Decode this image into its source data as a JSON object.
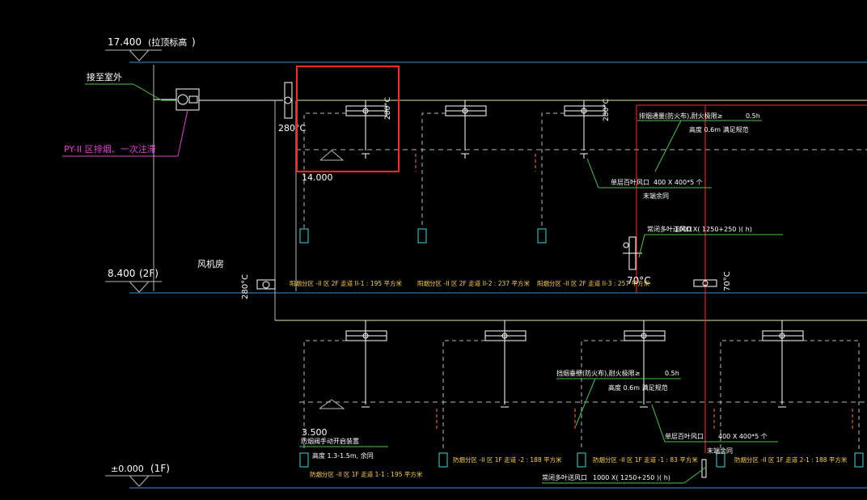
{
  "colors": {
    "background": "#000000",
    "floor_line": "#3a8fdc",
    "duct": "#ffffff",
    "cyan": "#3fd6d6",
    "green": "#4ac24a",
    "magenta": "#e33fd2",
    "red": "#ff2a2a",
    "orange": "#ff7a20",
    "yellow": "#ffd24a",
    "grey": "#b8b8b8"
  },
  "levels": {
    "roof": {
      "value": "17.400",
      "note": "(拉顶标高",
      "close": ")"
    },
    "floor2": {
      "value": "8.400",
      "floor": "(2F)"
    },
    "floor1": {
      "value": "±0.000",
      "floor": "(1F)"
    },
    "sub_a": "14.000",
    "sub_b": "3.500"
  },
  "labels": {
    "to_outdoor": "接至室外",
    "fan_system": "PY-II 区排烟、一次注滞",
    "fan_room": "风机房",
    "temp_280": "280°C",
    "temp_280b": "280°C",
    "temp_70": "70°C",
    "temp_70b": "70°C",
    "valve_280_v": "280°C",
    "annot1_a": "排烟通量(防火布),耐火极限≥",
    "annot1_b": "0.5h",
    "annot1_c": "高度 0.6m 满足规范",
    "annot2_a": "单层百叶风口",
    "annot2_b": "400 X 400*5 个",
    "annot2_c": "末端余同",
    "annot3_a": "常闭多叶送风口",
    "annot3_b": "1000 X( 1250+250 )( h)",
    "annot4_a": "挡烟垂壁(防火布),耐火极限≥",
    "annot4_b": "0.5h",
    "annot4_c": "高度 0.6m 满足规范",
    "annot5_a": "单层百叶风口",
    "annot5_b": "400 X 400*5 个",
    "annot6_a": "防烟阀手动开启装置",
    "annot6_b": "高度 1.3-1.5m, 余同",
    "annot7_a": "常闭多叶送风口",
    "annot7_b": "1000 X( 1250+250 )( h)",
    "annot7_c": "末端余同"
  },
  "zone_labels_upper": [
    "阳烟分区  -II 区 2F 走道 II-1 : 195 平方米",
    "阳烟分区  -II 区 2F 走道 II-2 : 237 平方米",
    "阳烟分区  -II 区 2F 走道 II-3 : 257 平方米"
  ],
  "zone_labels_lower": [
    "防烟分区  -II 区 1F 走道 -2 : 188 平方米",
    "防烟分区  -II 区 1F 走道 -1 : 83 平方米",
    "防烟分区  -II 区 1F 走道 2-1 : 188 平方米"
  ],
  "zone_label_lower_left": "防烟分区  -II 区 1F 走道 1-1 : 195 平方米"
}
